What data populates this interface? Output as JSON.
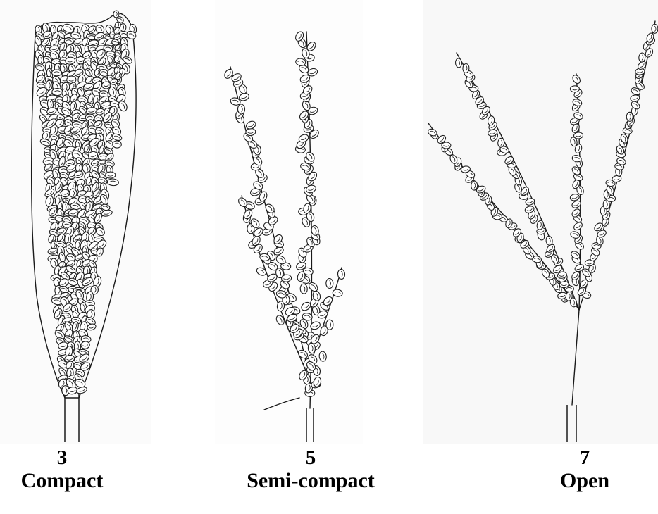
{
  "figure": {
    "panels": [
      {
        "score": "3",
        "label": "Compact"
      },
      {
        "score": "5",
        "label": "Semi-compact"
      },
      {
        "score": "7",
        "label": "Open"
      }
    ]
  }
}
